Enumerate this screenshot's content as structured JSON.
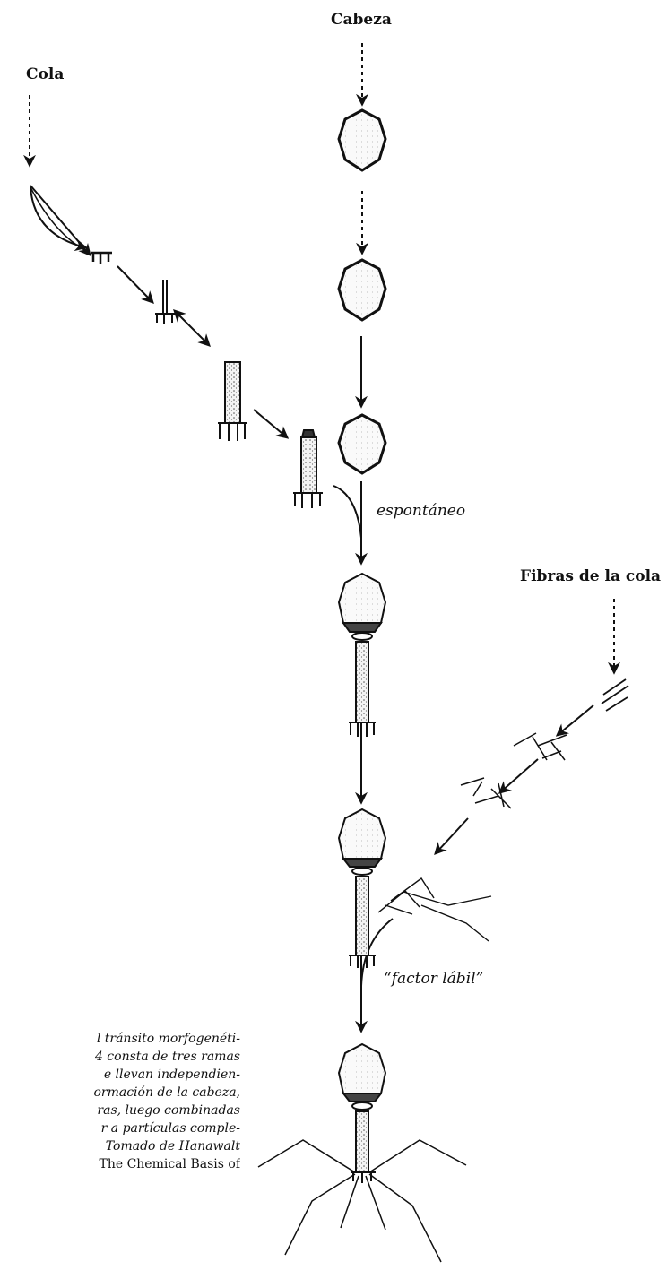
{
  "labels": {
    "head": "Cabeza",
    "tail": "Cola",
    "tail_fibers": "Fibras de la cola",
    "spontaneous": "espontáneo",
    "labile_factor": "“factor lábil”"
  },
  "caption": {
    "lines": [
      "l tránsito morfogenéti-",
      "4 consta de tres ramas",
      "e llevan independien-",
      "ormación de la cabeza,",
      "ras, luego combinadas",
      "r a partículas comple-",
      "Tomado de Hanawalt",
      "The Chemical Basis of"
    ]
  },
  "colors": {
    "ink": "#111111",
    "stipple": "#555555"
  }
}
